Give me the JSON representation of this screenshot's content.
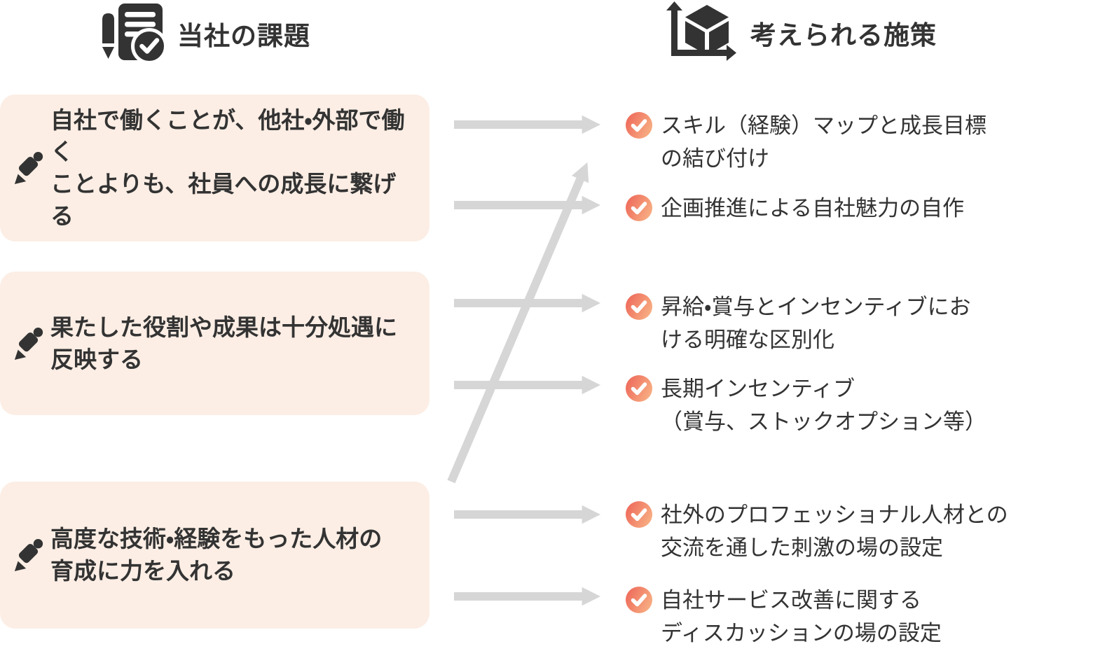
{
  "headers": {
    "challenges": "当社の課題",
    "measures": "考えられる施策"
  },
  "challenges": [
    {
      "text": "自社で働くことが、他社・外部で働く\nことよりも、社員への成長に繋げる"
    },
    {
      "text": "果たした役割や成果は十分処遇に\n反映する"
    },
    {
      "text": "高度な技術・経験をもった人材の\n育成に力を入れる"
    }
  ],
  "measures": [
    {
      "text": "スキル（経験）マップと成長目標\nの結び付け"
    },
    {
      "text": "企画推進による自社魅力の自作"
    },
    {
      "text": "昇給・賞与とインセンティブにお\nける明確な区別化"
    },
    {
      "text": "長期インセンティブ\n（賞与、ストックオプション等）"
    },
    {
      "text": "社外のプロフェッショナル人材との\n交流を通した刺激の場の設定"
    },
    {
      "text": "自社サービス改善に関する\nディスカッションの場の設定"
    }
  ],
  "icons": {
    "challenges_header": "document-pencil-check-icon",
    "measures_header": "cube-axis-icon",
    "challenge_bullet": "pencil-icon",
    "measure_bullet": "check-circle-icon"
  },
  "colors": {
    "box-bg": "#FCEEE5",
    "text-dark": "#333333",
    "arrow-gray": "#D6D6D6",
    "check-grad-start": "#EE6A5B",
    "check-grad-end": "#F8B184",
    "icon-dark": "#333333",
    "check-mark": "#FFFFFF"
  }
}
